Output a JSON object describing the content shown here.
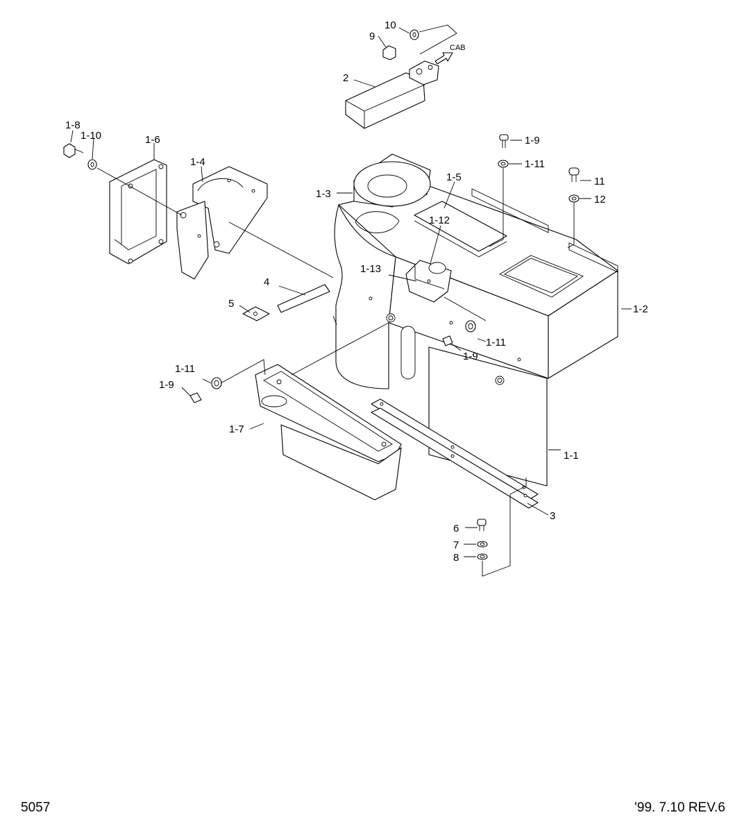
{
  "footer": {
    "page_number": "5057",
    "revision": "'99. 7.10  REV.6"
  },
  "cab_arrow_label": "CAB",
  "callouts": [
    {
      "id": "c-10",
      "label": "10"
    },
    {
      "id": "c-9",
      "label": "9"
    },
    {
      "id": "c-2",
      "label": "2"
    },
    {
      "id": "c-1-8",
      "label": "1-8"
    },
    {
      "id": "c-1-10",
      "label": "1-10"
    },
    {
      "id": "c-1-6",
      "label": "1-6"
    },
    {
      "id": "c-1-4",
      "label": "1-4"
    },
    {
      "id": "c-1-9-top",
      "label": "1-9"
    },
    {
      "id": "c-1-11-top",
      "label": "1-11"
    },
    {
      "id": "c-11",
      "label": "11"
    },
    {
      "id": "c-12",
      "label": "12"
    },
    {
      "id": "c-1-3",
      "label": "1-3"
    },
    {
      "id": "c-1-5",
      "label": "1-5"
    },
    {
      "id": "c-1-12",
      "label": "1-12"
    },
    {
      "id": "c-1-13",
      "label": "1-13"
    },
    {
      "id": "c-4",
      "label": "4"
    },
    {
      "id": "c-5",
      "label": "5"
    },
    {
      "id": "c-1-2",
      "label": "1-2"
    },
    {
      "id": "c-1-11-mid",
      "label": "1-11"
    },
    {
      "id": "c-1-9-mid",
      "label": "1-9"
    },
    {
      "id": "c-1-11-left",
      "label": "1-11"
    },
    {
      "id": "c-1-9-left",
      "label": "1-9"
    },
    {
      "id": "c-1-7",
      "label": "1-7"
    },
    {
      "id": "c-1-1",
      "label": "1-1"
    },
    {
      "id": "c-3",
      "label": "3"
    },
    {
      "id": "c-6",
      "label": "6"
    },
    {
      "id": "c-7",
      "label": "7"
    },
    {
      "id": "c-8",
      "label": "8"
    }
  ]
}
